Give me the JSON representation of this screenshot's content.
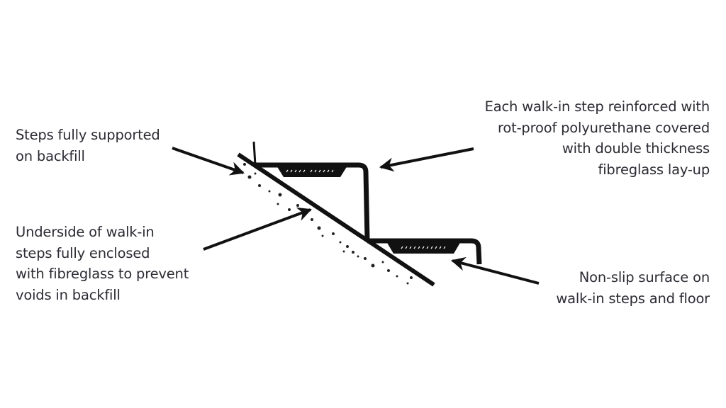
{
  "labels": {
    "steps_supported": [
      "Steps fully supported",
      "on backfill"
    ],
    "step_reinforced": [
      "Each walk-in step reinforced with",
      "rot-proof polyurethane covered",
      "with double thickness",
      "fibreglass lay-up"
    ],
    "underside_enclosed": [
      "Underside of walk-in",
      "steps fully enclosed",
      "with fibreglass to prevent",
      "voids in backfill"
    ],
    "non_slip": [
      "Non-slip surface on",
      "walk-in steps and floor"
    ]
  }
}
